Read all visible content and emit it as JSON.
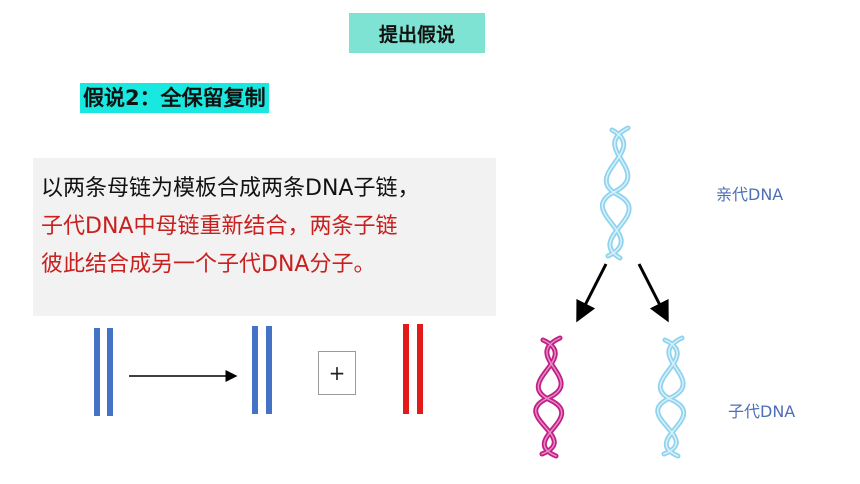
{
  "header": {
    "badge_label": "提出假说"
  },
  "hypothesis": {
    "title": "假说2：全保留复制"
  },
  "description": {
    "line1": "以两条母链为模板合成两条DNA子链，",
    "line2": "子代DNA中母链重新结合，两条子链",
    "line3": "彼此结合成另一个子代DNA分子。"
  },
  "schematic": {
    "plus_symbol": "+"
  },
  "helix_labels": {
    "parent": "亲代DNA",
    "child": "子代DNA"
  },
  "colors": {
    "parent_strand": "#4472c4",
    "new_strand": "#e21a1a",
    "helix_light_blue": "#8fd3ee",
    "helix_magenta": "#c11f86"
  }
}
